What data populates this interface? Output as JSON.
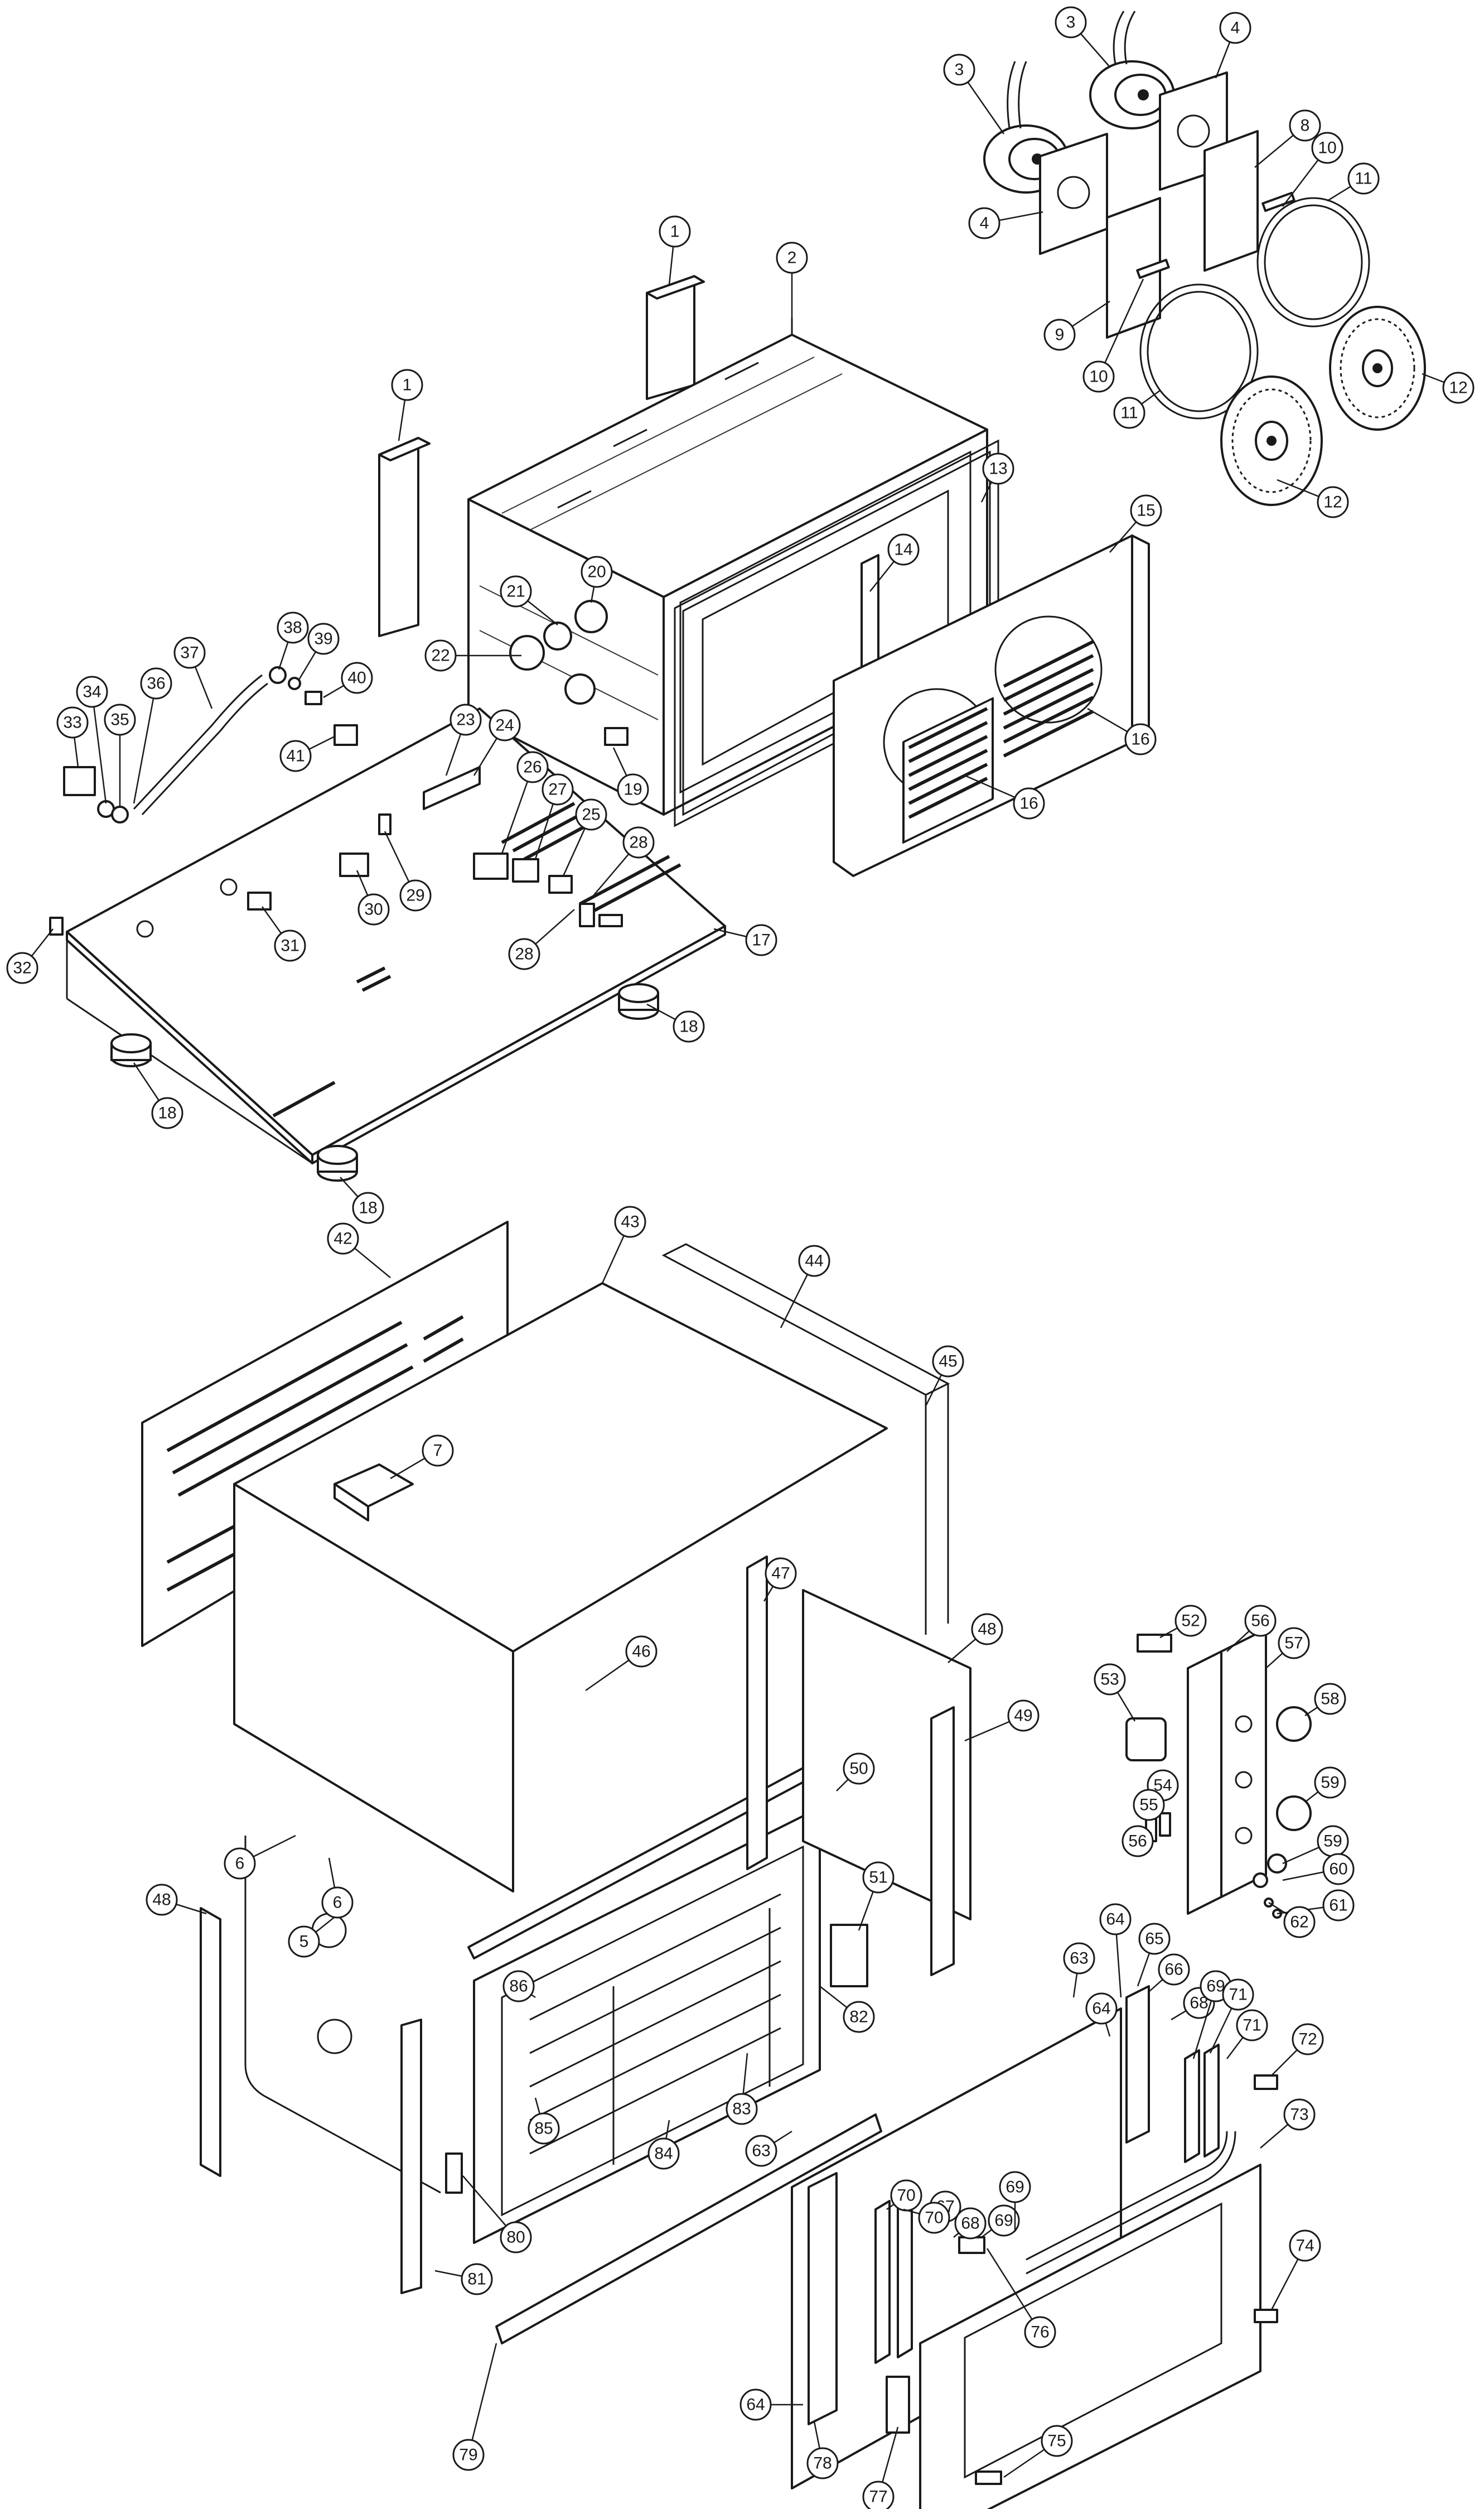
{
  "callouts": [
    {
      "label": "1"
    },
    {
      "label": "1"
    },
    {
      "label": "2"
    },
    {
      "label": "3"
    },
    {
      "label": "3"
    },
    {
      "label": "4"
    },
    {
      "label": "4"
    },
    {
      "label": "5"
    },
    {
      "label": "6"
    },
    {
      "label": "6"
    },
    {
      "label": "7"
    },
    {
      "label": "8"
    },
    {
      "label": "9"
    },
    {
      "label": "10"
    },
    {
      "label": "10"
    },
    {
      "label": "11"
    },
    {
      "label": "11"
    },
    {
      "label": "12"
    },
    {
      "label": "12"
    },
    {
      "label": "13"
    },
    {
      "label": "14"
    },
    {
      "label": "15"
    },
    {
      "label": "16"
    },
    {
      "label": "16"
    },
    {
      "label": "17"
    },
    {
      "label": "18"
    },
    {
      "label": "18"
    },
    {
      "label": "18"
    },
    {
      "label": "19"
    },
    {
      "label": "20"
    },
    {
      "label": "21"
    },
    {
      "label": "22"
    },
    {
      "label": "23"
    },
    {
      "label": "24"
    },
    {
      "label": "25"
    },
    {
      "label": "26"
    },
    {
      "label": "27"
    },
    {
      "label": "28"
    },
    {
      "label": "28"
    },
    {
      "label": "29"
    },
    {
      "label": "30"
    },
    {
      "label": "31"
    },
    {
      "label": "32"
    },
    {
      "label": "33"
    },
    {
      "label": "34"
    },
    {
      "label": "35"
    },
    {
      "label": "36"
    },
    {
      "label": "37"
    },
    {
      "label": "38"
    },
    {
      "label": "39"
    },
    {
      "label": "40"
    },
    {
      "label": "41"
    },
    {
      "label": "42"
    },
    {
      "label": "43"
    },
    {
      "label": "44"
    },
    {
      "label": "45"
    },
    {
      "label": "46"
    },
    {
      "label": "47"
    },
    {
      "label": "48"
    },
    {
      "label": "48"
    },
    {
      "label": "49"
    },
    {
      "label": "50"
    },
    {
      "label": "51"
    },
    {
      "label": "52"
    },
    {
      "label": "53"
    },
    {
      "label": "54"
    },
    {
      "label": "55"
    },
    {
      "label": "56"
    },
    {
      "label": "56"
    },
    {
      "label": "57"
    },
    {
      "label": "58"
    },
    {
      "label": "59"
    },
    {
      "label": "59"
    },
    {
      "label": "60"
    },
    {
      "label": "61"
    },
    {
      "label": "62"
    },
    {
      "label": "63"
    },
    {
      "label": "63"
    },
    {
      "label": "64"
    },
    {
      "label": "64"
    },
    {
      "label": "64"
    },
    {
      "label": "65"
    },
    {
      "label": "66"
    },
    {
      "label": "67"
    },
    {
      "label": "68"
    },
    {
      "label": "68"
    },
    {
      "label": "69"
    },
    {
      "label": "69"
    },
    {
      "label": "69"
    },
    {
      "label": "70"
    },
    {
      "label": "70"
    },
    {
      "label": "71"
    },
    {
      "label": "71"
    },
    {
      "label": "72"
    },
    {
      "label": "73"
    },
    {
      "label": "74"
    },
    {
      "label": "75"
    },
    {
      "label": "76"
    },
    {
      "label": "77"
    },
    {
      "label": "78"
    },
    {
      "label": "79"
    },
    {
      "label": "80"
    },
    {
      "label": "81"
    },
    {
      "label": "82"
    },
    {
      "label": "83"
    },
    {
      "label": "84"
    },
    {
      "label": "85"
    },
    {
      "label": "86"
    }
  ]
}
